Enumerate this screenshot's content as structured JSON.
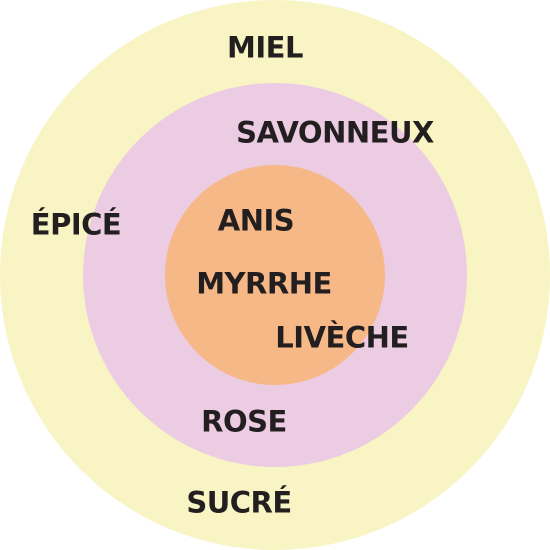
{
  "colors": {
    "outer_ring": "#f8f4c4",
    "middle_ring": "#eccce3",
    "inner_circle": "#f6b886",
    "text": "#231f20"
  },
  "labels": {
    "miel": "MIEL",
    "savonneux": "SAVONNEUX",
    "epice": "ÉPICÉ",
    "anis": "ANIS",
    "myrrhe": "MYRRHE",
    "liveche": "LIVÈCHE",
    "rose": "ROSE",
    "sucre": "SUCRÉ"
  }
}
